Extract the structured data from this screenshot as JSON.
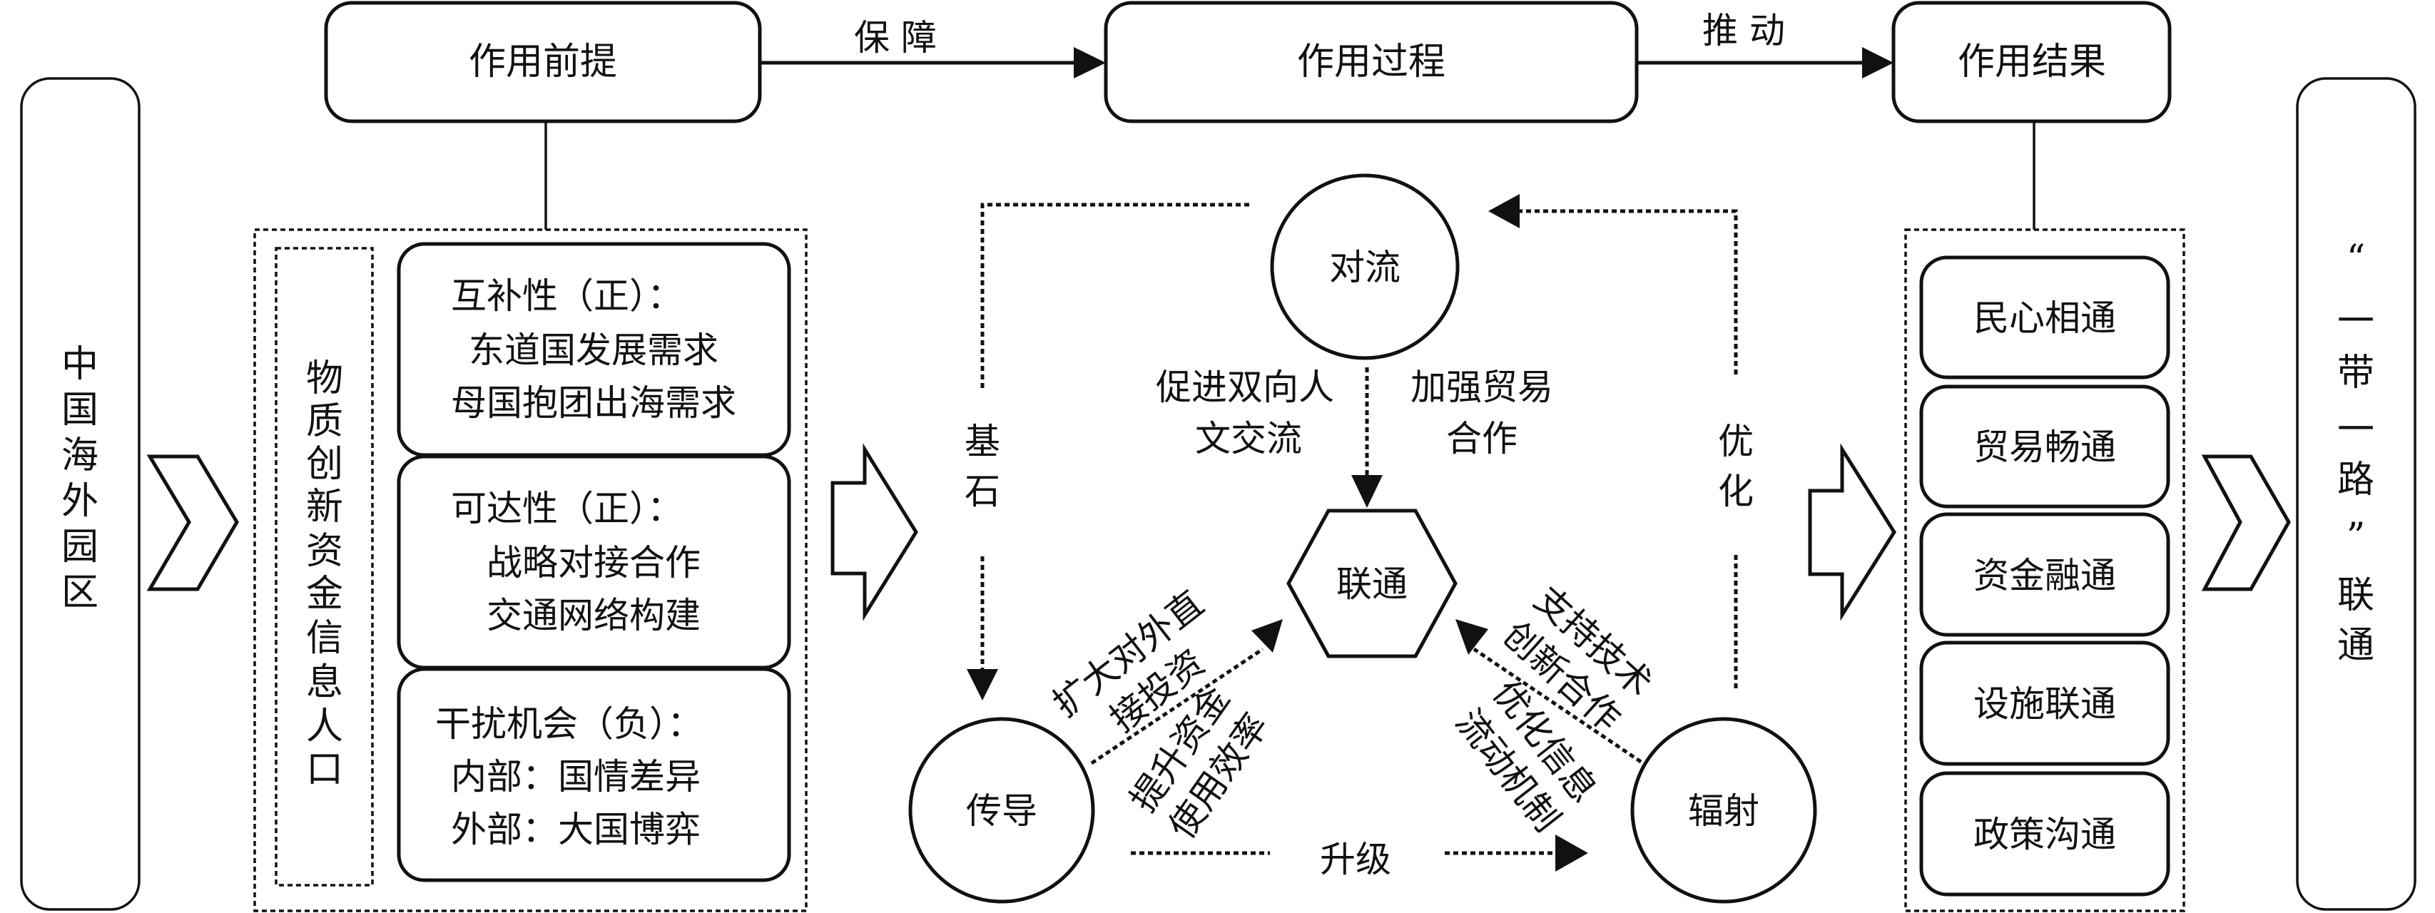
{
  "left_pillar": {
    "label_chars": [
      "中",
      "国",
      "海",
      "外",
      "园",
      "区"
    ]
  },
  "right_pillar": {
    "label_chars": [
      "“",
      "一",
      "带",
      "一",
      "路",
      "”",
      "联",
      "通"
    ]
  },
  "header": {
    "premise": "作用前提",
    "process": "作用过程",
    "result": "作用结果",
    "arrow_premise_to_process": "保 障",
    "arrow_process_to_result": "推 动"
  },
  "premise_panel": {
    "factors_vertical": [
      "物",
      "质",
      "创",
      "新",
      "资",
      "金",
      "信",
      "息",
      "人",
      "口"
    ],
    "boxes": [
      {
        "lines": [
          "互补性（正）：",
          "东道国发展需求",
          "母国抱团出海需求"
        ]
      },
      {
        "lines": [
          "可达性（正）：",
          "战略对接合作",
          "交通网络构建"
        ]
      },
      {
        "lines": [
          "干扰机会（负）：",
          "内部：国情差异",
          "外部：大国博弈"
        ]
      }
    ]
  },
  "process_panel": {
    "nodes": {
      "convection": "对流",
      "connectivity": "联通",
      "conduction": "传导",
      "radiation": "辐射"
    },
    "labels": {
      "cornerstone": [
        "基",
        "石"
      ],
      "optimize": [
        "优",
        "化"
      ],
      "people_exchange": [
        "促进双向人",
        "文交流"
      ],
      "trade_coop": [
        "加强贸易",
        "合作"
      ],
      "expand_fdi": [
        "扩大对外直",
        "接投资"
      ],
      "capital_efficiency": [
        "提升资金",
        "使用效率"
      ],
      "tech_coop": [
        "支持技术",
        "创新合作"
      ],
      "info_flow": [
        "优化信息",
        "流动机制"
      ],
      "upgrade": "升级"
    }
  },
  "result_panel": {
    "items": [
      "民心相通",
      "贸易畅通",
      "资金融通",
      "设施联通",
      "政策沟通"
    ]
  }
}
